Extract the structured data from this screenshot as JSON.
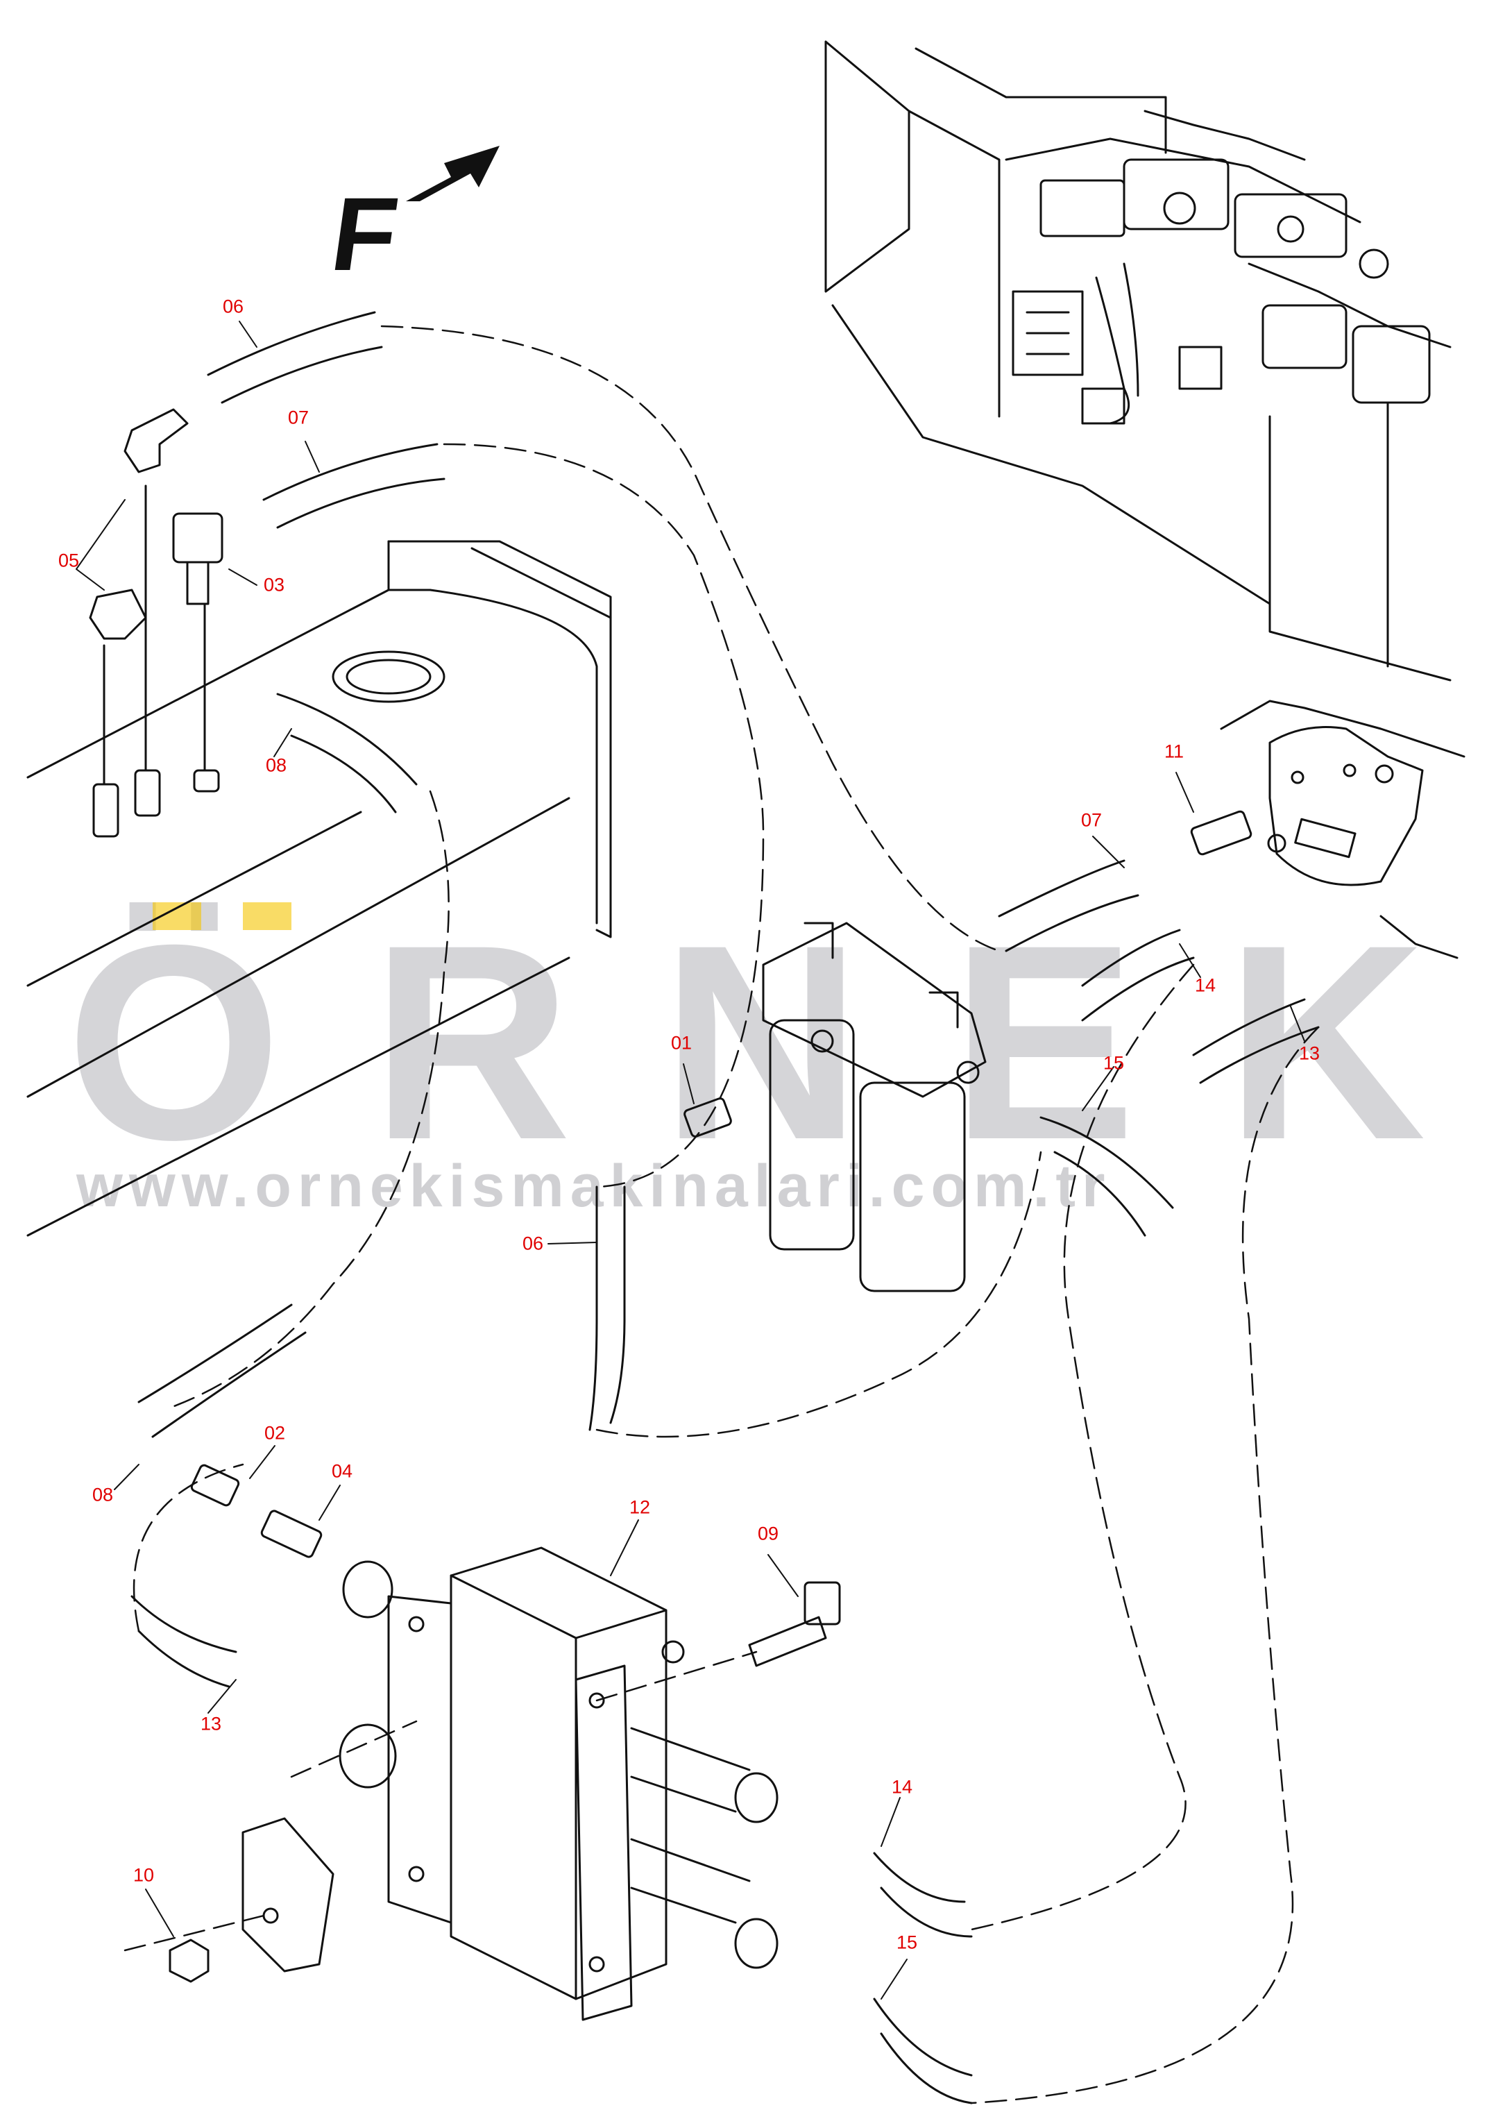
{
  "diagram": {
    "direction_marker": "F",
    "watermark": {
      "word": "ÖRNEK",
      "url": "www.ornekismakinalari.com.tr"
    },
    "callouts": [
      {
        "id": "c06a",
        "text": "06"
      },
      {
        "id": "c07a",
        "text": "07"
      },
      {
        "id": "c05",
        "text": "05"
      },
      {
        "id": "c03",
        "text": "03"
      },
      {
        "id": "c08a",
        "text": "08"
      },
      {
        "id": "c11",
        "text": "11"
      },
      {
        "id": "c07b",
        "text": "07"
      },
      {
        "id": "c14a",
        "text": "14"
      },
      {
        "id": "c13a",
        "text": "13"
      },
      {
        "id": "c01",
        "text": "01"
      },
      {
        "id": "c15a",
        "text": "15"
      },
      {
        "id": "c06b",
        "text": "06"
      },
      {
        "id": "c02",
        "text": "02"
      },
      {
        "id": "c04",
        "text": "04"
      },
      {
        "id": "c12",
        "text": "12"
      },
      {
        "id": "c09",
        "text": "09"
      },
      {
        "id": "c08b",
        "text": "08"
      },
      {
        "id": "c13b",
        "text": "13"
      },
      {
        "id": "c14b",
        "text": "14"
      },
      {
        "id": "c10",
        "text": "10"
      },
      {
        "id": "c15b",
        "text": "15"
      }
    ],
    "colors": {
      "linework": "#111111",
      "callout": "#e00000",
      "watermark": "#c8c8cc",
      "watermark_accent": "#f5c400"
    }
  }
}
